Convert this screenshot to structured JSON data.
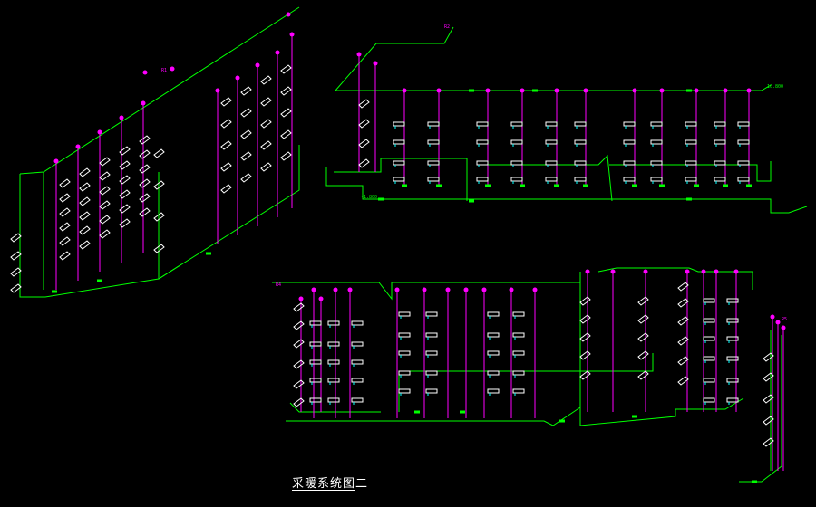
{
  "drawing": {
    "title": "采暖系统图二",
    "colors": {
      "background": "#000000",
      "pipe": "#00ff00",
      "riser": "#ff00ff",
      "radiator": "#ffffff",
      "valve": "#00ffff",
      "title": "#ffffff"
    },
    "elevation_labels": [
      "16.800",
      "-1.800"
    ],
    "callouts": {
      "top_left": "R1",
      "top_center": "R2",
      "top_right_block": "R5",
      "bottom_left": "R4"
    }
  }
}
